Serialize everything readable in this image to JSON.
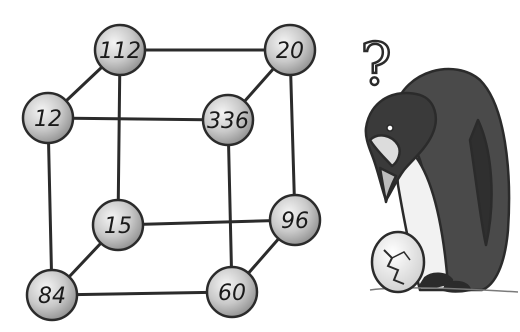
{
  "cube": {
    "nodes": [
      {
        "id": "back-top-left",
        "value": "112"
      },
      {
        "id": "back-top-right",
        "value": "20"
      },
      {
        "id": "front-top-left",
        "value": "12"
      },
      {
        "id": "front-top-right",
        "value": "336"
      },
      {
        "id": "back-bottom-left",
        "value": "15"
      },
      {
        "id": "back-bottom-right",
        "value": "96"
      },
      {
        "id": "front-bottom-left",
        "value": "84"
      },
      {
        "id": "front-bottom-right",
        "value": "60"
      }
    ]
  },
  "decoration": {
    "question_mark": "?",
    "penguin_icon": "penguin-icon",
    "egg_icon": "cracked-egg-icon"
  },
  "colors": {
    "ball_fill": "#c9c9c9",
    "ball_stroke": "#2b2b2b",
    "edge": "#2b2b2b",
    "penguin_dark": "#3a3a3a",
    "penguin_light": "#f2f2f2"
  }
}
